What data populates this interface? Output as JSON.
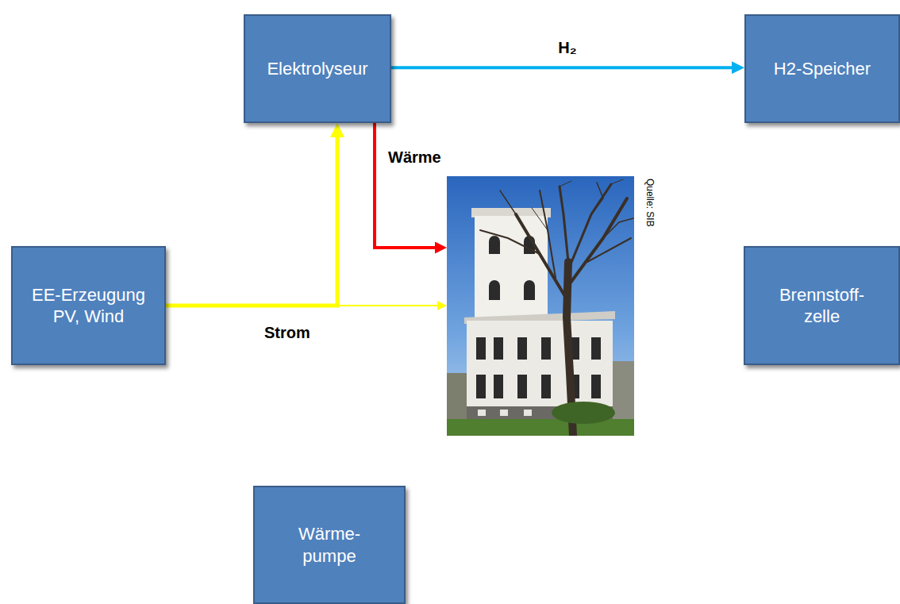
{
  "diagram": {
    "nodes": [
      {
        "text": [
          "Elektrolyseur"
        ]
      },
      {
        "text": [
          "H2-Speicher"
        ]
      },
      {
        "text": [
          "Quelle: SIB"
        ]
      },
      {
        "text": [
          "EE-Erzeugung PV, Wind"
        ]
      },
      {
        "text": [
          "Brennstoff- zelle"
        ]
      },
      {
        "text": [
          "Wärme- pumpe"
        ]
      }
    ],
    "edges": [
      {
        "from": 0,
        "to": 1,
        "label": "H₂",
        "arrow": "to"
      },
      {
        "from": 0,
        "to": 2,
        "label": "Wärme",
        "arrow": "to"
      },
      {
        "from": 3,
        "to": 0,
        "label": "Strom",
        "arrow": "to"
      },
      {
        "from": 3,
        "to": 2,
        "arrow": "to"
      }
    ]
  }
}
